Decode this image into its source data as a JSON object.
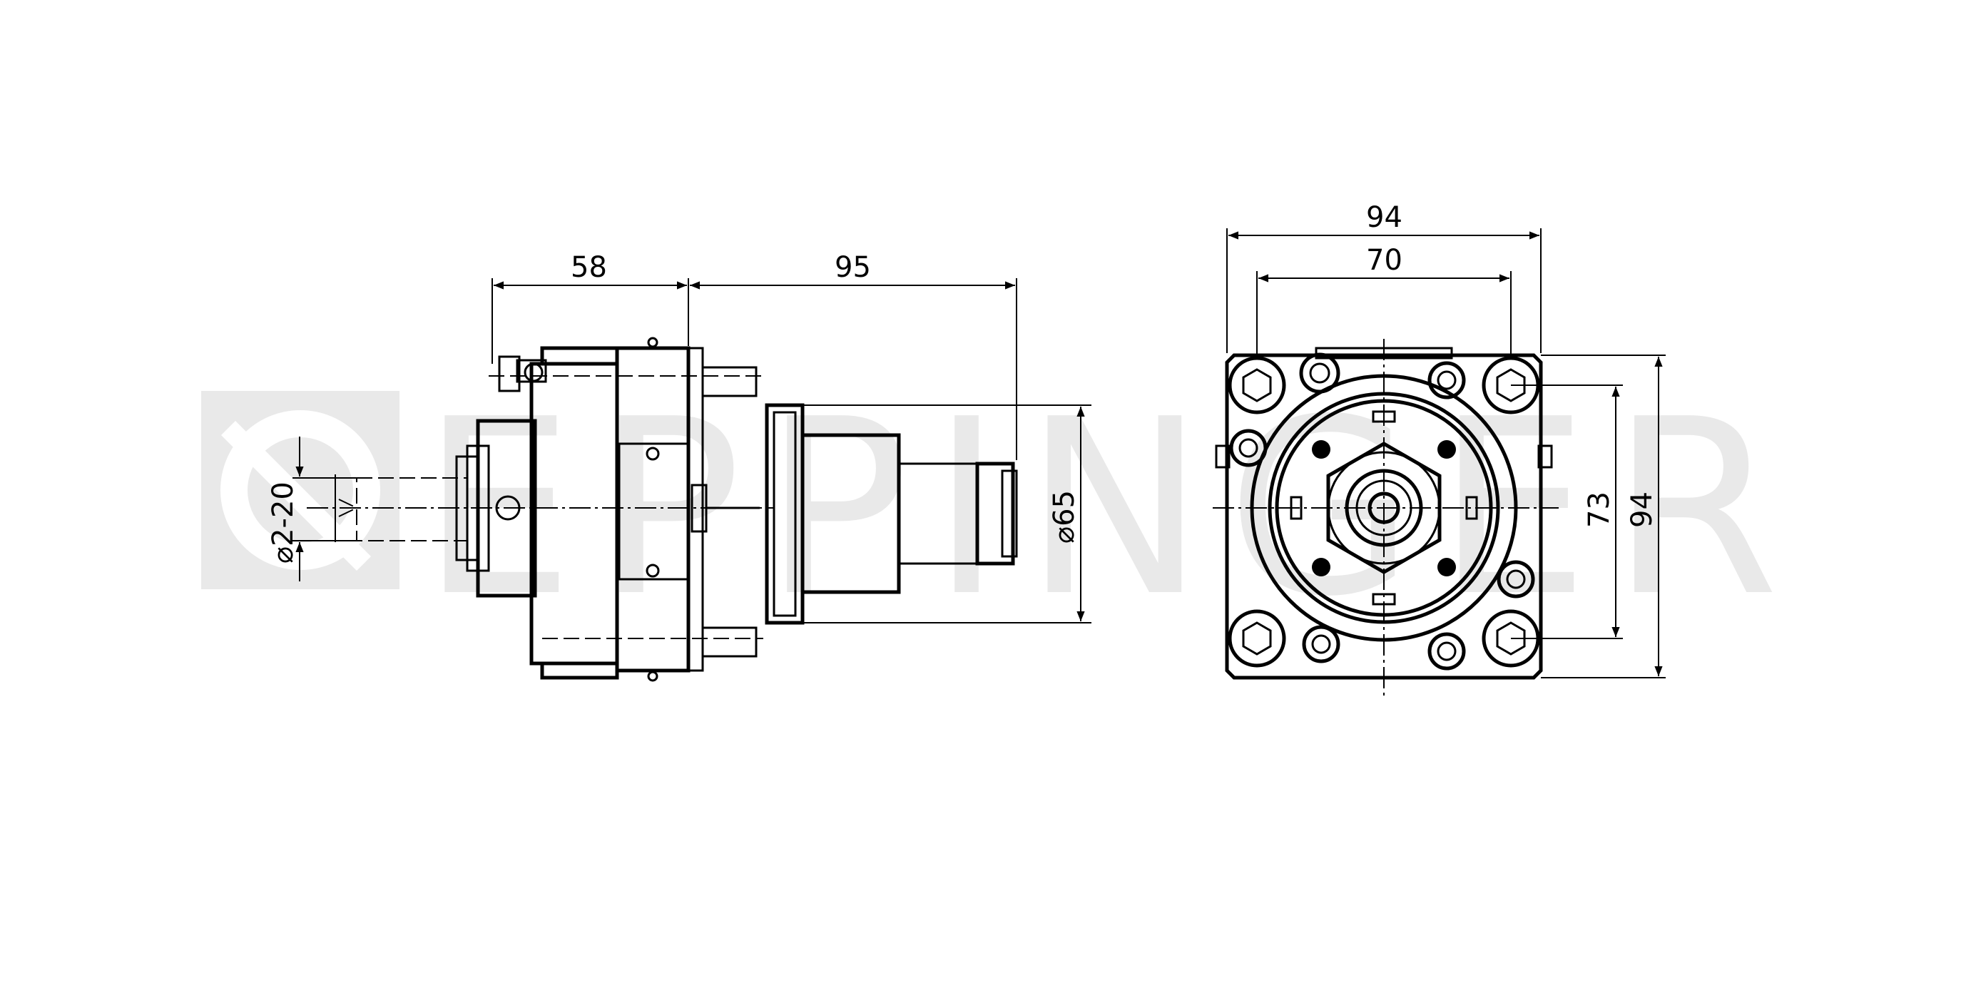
{
  "watermark": {
    "text": "EPPINGER",
    "logo_icon": "eppinger-logo-icon"
  },
  "side_view": {
    "dims": {
      "length_a": "58",
      "length_b": "95",
      "shank_diameter": "⌀65",
      "clamping_range": "⌀2-20"
    }
  },
  "front_view": {
    "dims": {
      "width_outer": "94",
      "width_inner": "70",
      "height_inner": "73",
      "height_outer": "94"
    }
  }
}
